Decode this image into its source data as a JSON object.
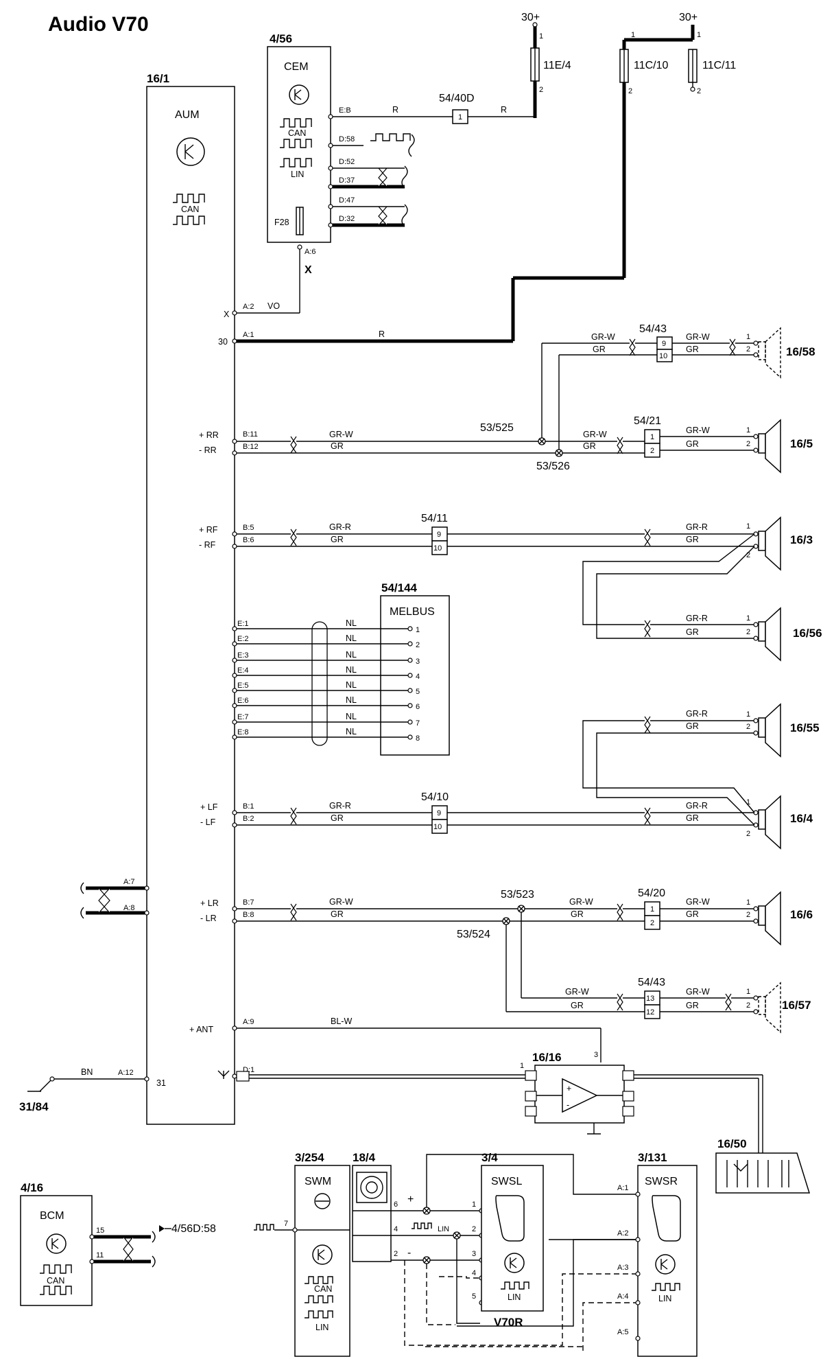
{
  "title": "Audio V70",
  "components": {
    "aum": {
      "ref": "16/1",
      "name": "AUM",
      "bus": "CAN",
      "pins": {
        "x": "X",
        "v30": "30",
        "rr_p": "+ RR",
        "rr_m": "- RR",
        "rf_p": "+ RF",
        "rf_m": "- RF",
        "lf_p": "+ LF",
        "lf_m": "- LF",
        "lr_p": "+ LR",
        "lr_m": "- LR",
        "ant": "+ ANT",
        "gnd": "31"
      }
    },
    "cem": {
      "ref": "4/56",
      "name": "CEM",
      "bus1": "CAN",
      "bus2": "LIN",
      "fuse": "F28",
      "pins": {
        "eb": "E:B",
        "d58": "D:58",
        "d52": "D:52",
        "d37": "D:37",
        "d47": "D:47",
        "d32": "D:32",
        "a6": "A:6"
      },
      "x_label": "X"
    },
    "melbus": {
      "ref": "54/144",
      "name": "MELBUS"
    },
    "bcm": {
      "ref": "4/16",
      "name": "BCM",
      "bus": "CAN",
      "pin15": "15",
      "pin11": "11"
    },
    "swm": {
      "ref": "3/254",
      "name": "SWM",
      "bus": "CAN",
      "bus2": "LIN",
      "pin7": "7"
    },
    "swsl": {
      "ref": "3/4",
      "name": "SWSL",
      "bus": "LIN"
    },
    "swsr": {
      "ref": "3/131",
      "name": "SWSR",
      "bus": "LIN"
    },
    "amp": {
      "ref": "16/16"
    },
    "antenna": {
      "ref": "16/50"
    },
    "clock": {
      "ref": "18/4"
    },
    "ground": {
      "ref": "31/84"
    },
    "variant": "V70R",
    "ext_ref": "4/56D:58"
  },
  "fuses": [
    {
      "ref": "11E/4",
      "supply": "30+"
    },
    {
      "ref": "11C/10",
      "supply": "30+"
    },
    {
      "ref": "11C/11"
    }
  ],
  "connectors": {
    "c54_40d": "54/40D",
    "c54_43a": "54/43",
    "c54_21": "54/21",
    "c54_11": "54/11",
    "c54_10": "54/10",
    "c54_20": "54/20",
    "c54_43b": "54/43",
    "s53_525": "53/525",
    "s53_526": "53/526",
    "s53_523": "53/523",
    "s53_524": "53/524"
  },
  "speakers": [
    "16/58",
    "16/5",
    "16/3",
    "16/56",
    "16/55",
    "16/4",
    "16/6",
    "16/57"
  ],
  "wire_colors": {
    "r": "R",
    "vo": "VO",
    "grw": "GR-W",
    "gr": "GR",
    "grr": "GR-R",
    "nl": "NL",
    "blw": "BL-W",
    "bn": "BN"
  },
  "pin_labels": {
    "a2": "A:2",
    "a1": "A:1",
    "b11": "B:11",
    "b12": "B:12",
    "b5": "B:5",
    "b6": "B:6",
    "e1": "E:1",
    "e2": "E:2",
    "e3": "E:3",
    "e4": "E:4",
    "e5": "E:5",
    "e6": "E:6",
    "e7": "E:7",
    "e8": "E:8",
    "b1": "B:1",
    "b2": "B:2",
    "b7": "B:7",
    "b8": "B:8",
    "a9": "A:9",
    "d1": "D:1",
    "a12": "A:12",
    "a7": "A:7",
    "a8": "A:8",
    "sa1": "A:1",
    "sa2": "A:2",
    "sa3": "A:3",
    "sa4": "A:4",
    "sa5": "A:5"
  },
  "signs": {
    "plus": "+",
    "minus": "-",
    "lin": "LIN"
  },
  "numbers": {
    "n1": "1",
    "n2": "2",
    "n3": "3",
    "n4": "4",
    "n5": "5",
    "n6": "6",
    "n7": "7",
    "n8": "8",
    "n9": "9",
    "n10": "10",
    "n11": "11",
    "n12": "12",
    "n13": "13",
    "n15": "15"
  }
}
